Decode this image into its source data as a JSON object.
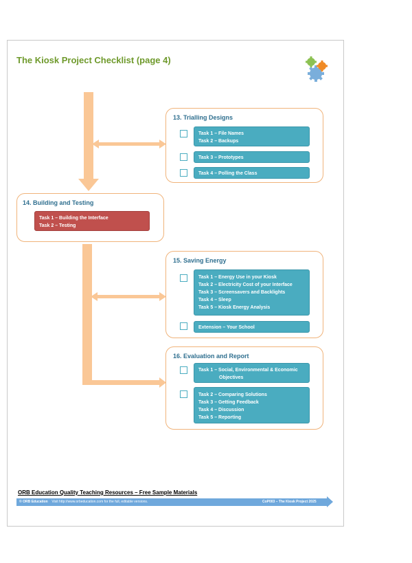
{
  "title": "The Kiosk Project Checklist (page 4)",
  "sections": {
    "s13": {
      "title": "13.  Trialling Designs",
      "groups": [
        [
          "Task 1 – File Names",
          "Task 2 – Backups"
        ],
        [
          "Task 3 – Prototypes"
        ],
        [
          "Task 4 – Polling the Class"
        ]
      ]
    },
    "s14": {
      "title": "14.  Building and Testing",
      "groups": [
        [
          "Task 1 – Building the Interface",
          "Task 2 – Testing"
        ]
      ]
    },
    "s15": {
      "title": "15. Saving Energy",
      "groups": [
        [
          "Task 1 – Energy Use in your Kiosk",
          "Task 2 – Electricity Cost of your Interface",
          "Task 3 – Screensavers and Backlights",
          "Task 4 – Sleep",
          "Task 5 – Kiosk Energy Analysis"
        ],
        [
          "Extension – Your School"
        ]
      ]
    },
    "s16": {
      "title": "16.  Evaluation and Report",
      "groups": [
        [
          "Task 1 – Social, Environmental & Economic",
          "Objectives"
        ],
        [
          "Task 2 – Comparing Solutions",
          "Task 3 – Getting Feedback",
          "Task 4 – Discussion",
          "Task 5 – Reporting"
        ]
      ]
    }
  },
  "footer": {
    "title": "ORB Education Quality Teaching Resources – Free Sample Materials",
    "copyright": "© ORB Education",
    "visit": "Visit http://www.orbeducation.com for the full, editable versions.",
    "code": "CoP003 – The Kiosk Project 2025"
  },
  "colors": {
    "title": "#6f9a2c",
    "arrow": "#fac796",
    "box_border": "#f0b37a",
    "task": "#4aacc0",
    "task_active": "#c0504d",
    "footer_bar": "#6fa8dc"
  },
  "logo_icon": "cogs-icon"
}
